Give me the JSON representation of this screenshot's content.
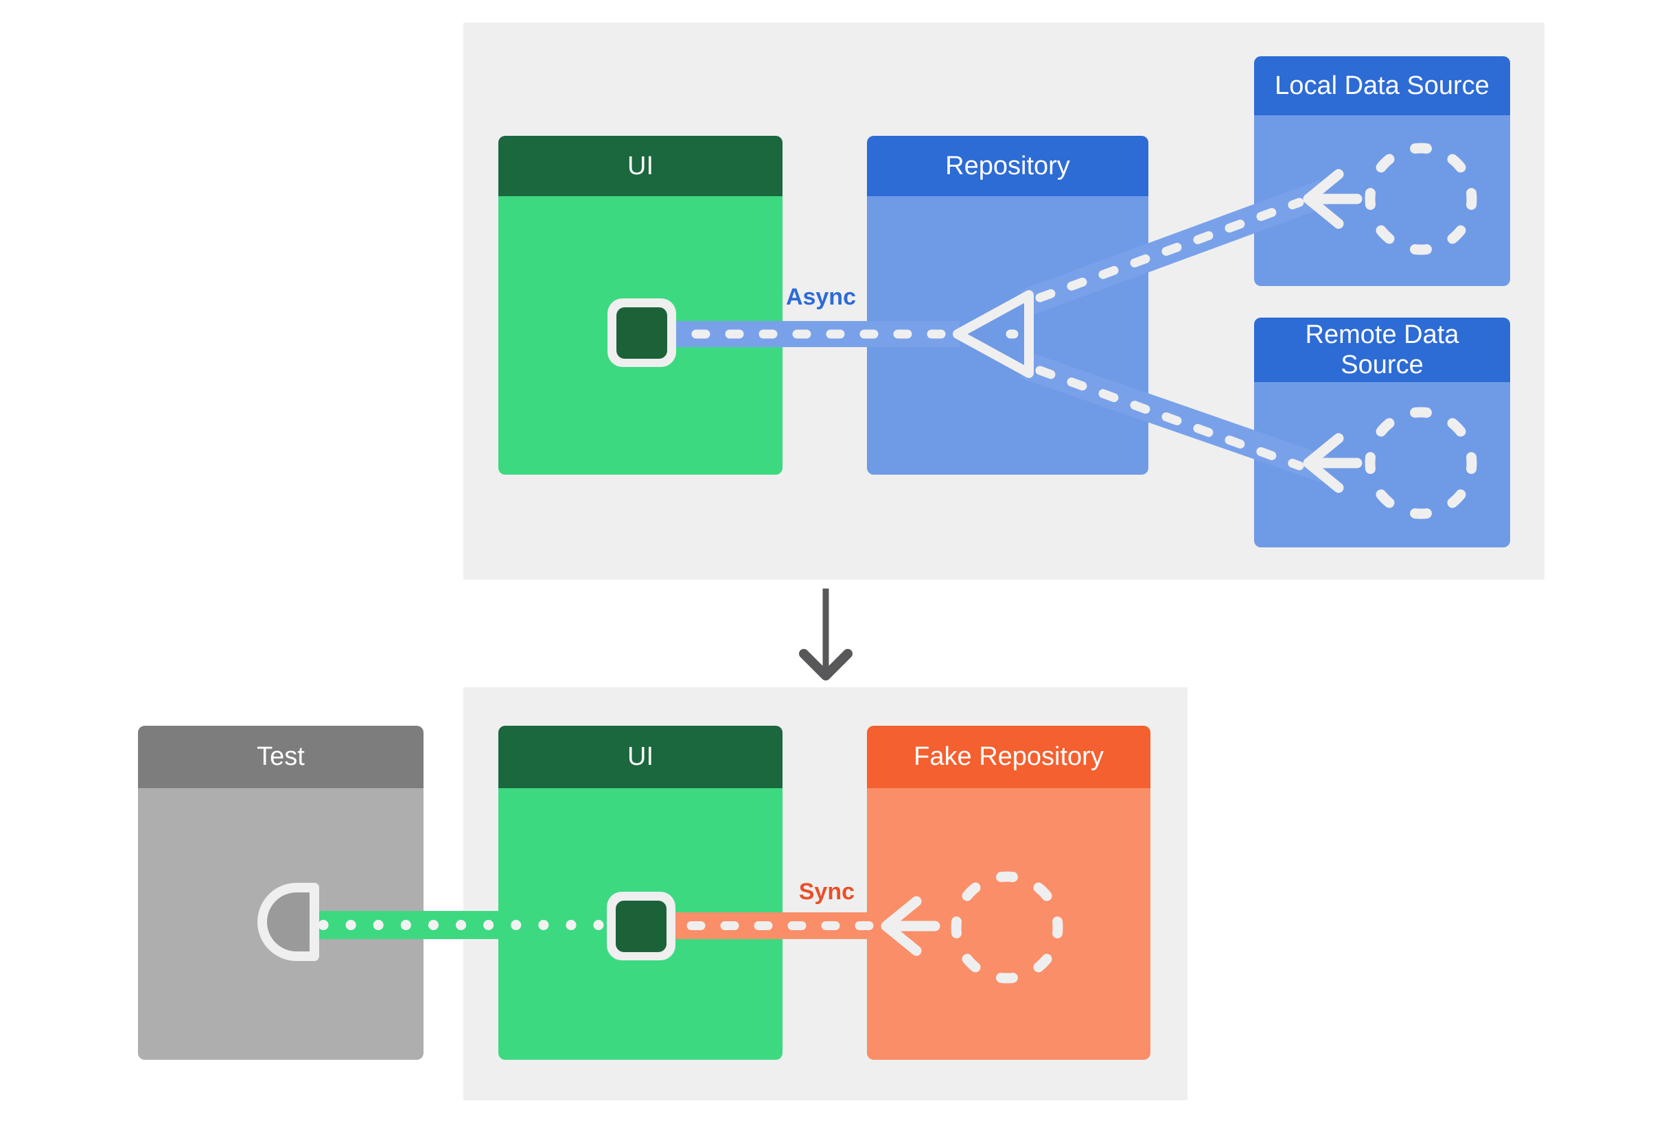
{
  "diagram": {
    "top": {
      "ui_title": "UI",
      "repository_title": "Repository",
      "local_data_source_title": "Local Data Source",
      "remote_data_source_title_line1": "Remote Data",
      "remote_data_source_title_line2": "Source",
      "async_label": "Async"
    },
    "bottom": {
      "test_title": "Test",
      "ui_title": "UI",
      "fake_repository_title": "Fake Repository",
      "sync_label": "Sync"
    },
    "colors": {
      "panel_bg": "#efefef",
      "green_header": "#1b673e",
      "green_body": "#3cd981",
      "blue_header": "#2d6bd5",
      "blue_body": "#6f9ae6",
      "blue_connector": "#79a1ea",
      "orange_header": "#f4602f",
      "orange_body": "#fa8e68",
      "gray_header": "#7d7d7d",
      "gray_body": "#aeaeae",
      "socket_fill": "#9a9a9a",
      "dash_white": "#efefef",
      "async_text": "#2d6bd5",
      "sync_text": "#e8502a",
      "down_arrow": "#58585a"
    }
  }
}
